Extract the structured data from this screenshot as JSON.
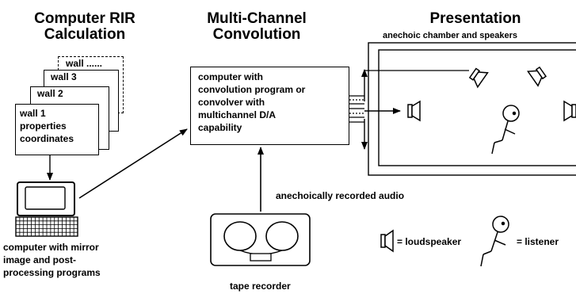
{
  "headings": {
    "rir_line1": "Computer RIR",
    "rir_line2": "Calculation",
    "conv_line1": "Multi-Channel",
    "conv_line2": "Convolution",
    "pres": "Presentation",
    "pres_sub": "anechoic chamber and speakers"
  },
  "walls": {
    "wall_n": "wall ......",
    "wall_3": "wall 3",
    "wall_2": "wall 2",
    "wall_1_line1": "wall 1",
    "wall_1_line2": "properties",
    "wall_1_line3": "coordinates"
  },
  "convolver": {
    "line1": "computer with",
    "line2": "convolution program or",
    "line3": "convolver with",
    "line4": "multichannel D/A",
    "line5": "capability"
  },
  "computer_caption": {
    "line1": "computer with mirror",
    "line2": "image and post-",
    "line3": "processing programs"
  },
  "audio_label": "anechoically recorded audio",
  "tape_label": "tape recorder",
  "legend": {
    "loudspeaker": "= loudspeaker",
    "listener": "= listener"
  }
}
